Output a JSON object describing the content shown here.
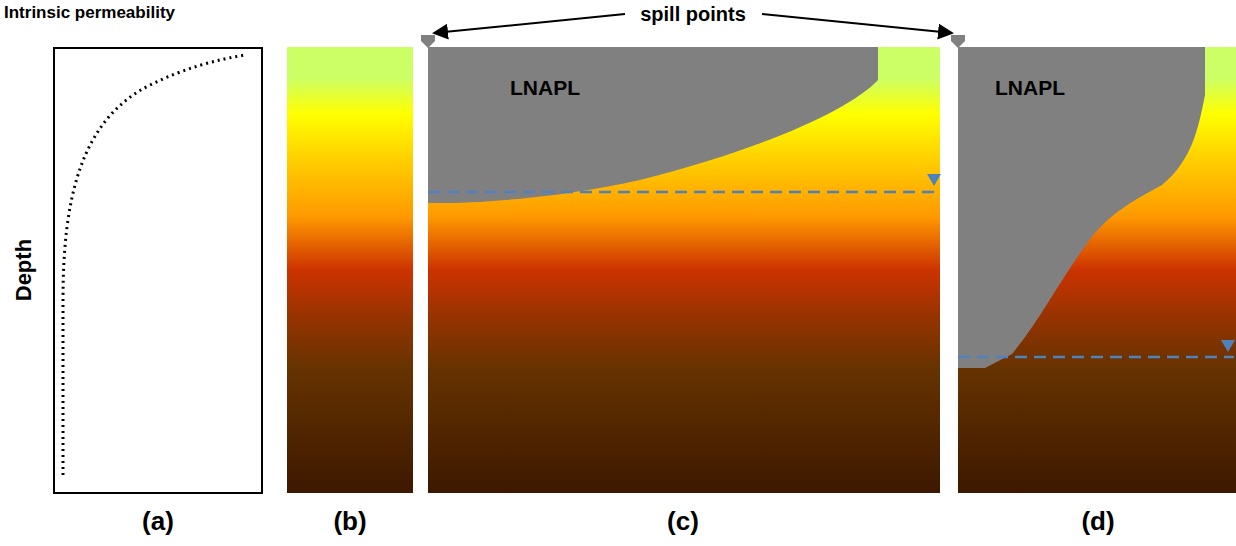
{
  "diagram": {
    "labels": [
      "Intrinsic permeability",
      "Depth",
      "spill points",
      "LNAPL",
      "LNAPL",
      "(a)",
      "(b)",
      "(c)",
      "(d)"
    ]
  }
}
